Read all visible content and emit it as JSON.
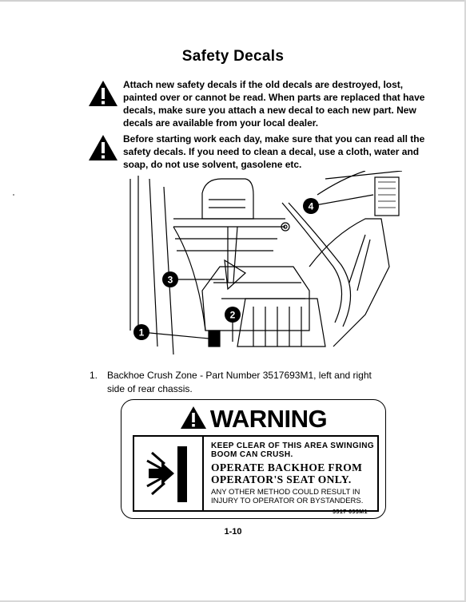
{
  "title": "Safety Decals",
  "warnings": [
    {
      "icon": "warning-triangle-icon",
      "text": "Attach new safety decals if the old decals are destroyed, lost, painted over or cannot be read. When parts are replaced that have decals, make sure you attach a new decal to each new part. New decals are available from your local dealer."
    },
    {
      "icon": "warning-triangle-icon",
      "text": "Before starting work each day, make sure that you can read all the safety decals. If you need to clean a decal, use a cloth, water and soap, do not use solvent, gasolene etc."
    }
  ],
  "illustration": {
    "callouts": [
      "1",
      "2",
      "3",
      "4"
    ]
  },
  "caption": {
    "number": "1.",
    "line1": "Backhoe Crush Zone - Part Number 3517693M1, left and right",
    "line2": "side of rear chassis."
  },
  "decal": {
    "header": "WARNING",
    "line1": "KEEP CLEAR OF THIS AREA SWINGING BOOM CAN CRUSH.",
    "line2": "OPERATE BACKHOE FROM OPERATOR'S SEAT ONLY.",
    "line3": "ANY OTHER METHOD COULD RESULT IN INJURY TO OPERATOR OR BYSTANDERS.",
    "part_number": "3517 693M1"
  },
  "page_number": "1-10"
}
